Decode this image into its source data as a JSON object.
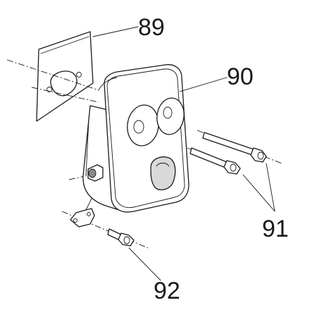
{
  "callouts": {
    "c89": "89",
    "c90": "90",
    "c91": "91",
    "c92": "92"
  }
}
